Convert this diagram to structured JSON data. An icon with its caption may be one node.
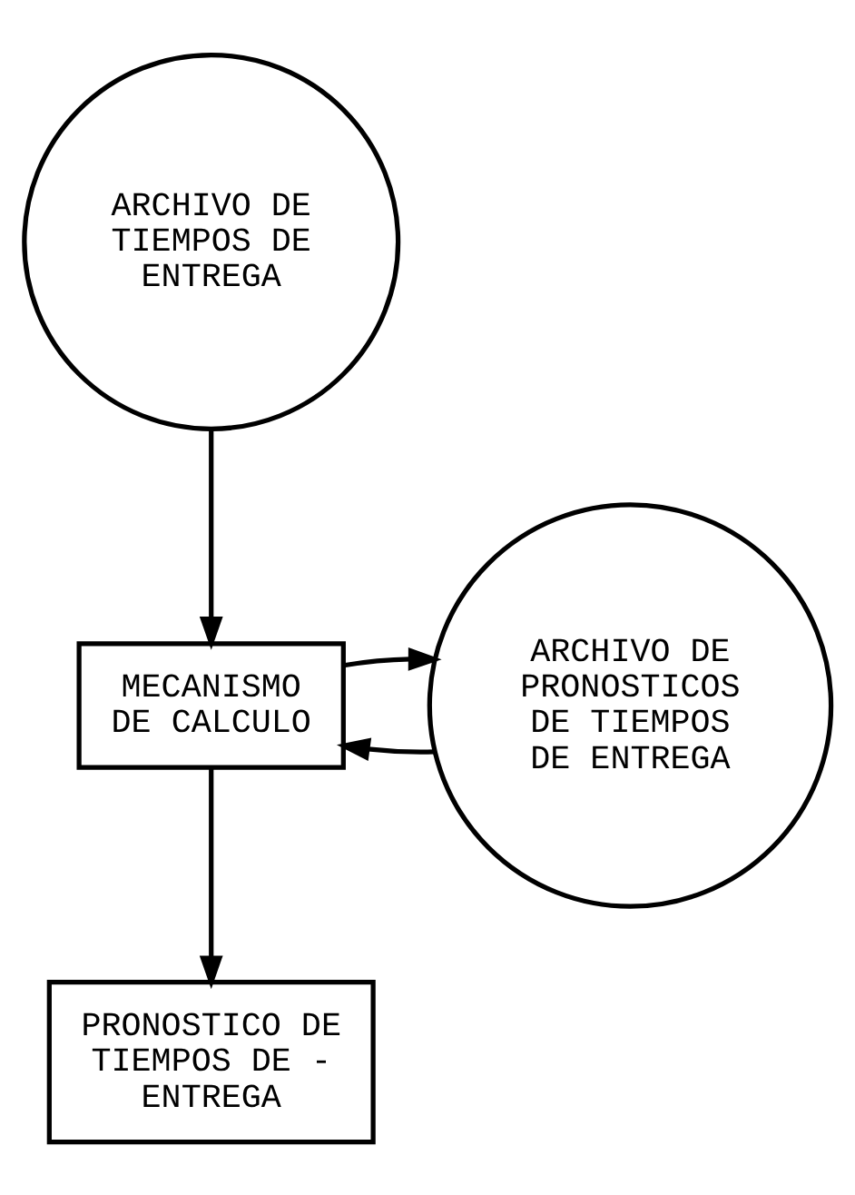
{
  "diagram": {
    "nodes": [
      {
        "text": [
          "ARCHIVO DE TIEMPOS DE ENTREGA"
        ]
      },
      {
        "text": [
          "MECANISMO DE CALCULO"
        ]
      },
      {
        "text": [
          "ARCHIVO DE PRONOSTICOS DE TIEMPOS DE ENTREGA"
        ]
      },
      {
        "text": [
          "PRONOSTICO DE TIEMPOS DE - ENTREGA"
        ]
      }
    ],
    "edges": [
      {
        "from": 0,
        "to": 1,
        "arrow": "to"
      },
      {
        "from": 2,
        "to": 1,
        "arrow": "to"
      },
      {
        "from": 1,
        "to": 2,
        "arrow": "to"
      },
      {
        "from": 1,
        "to": 3,
        "arrow": "to"
      }
    ]
  }
}
